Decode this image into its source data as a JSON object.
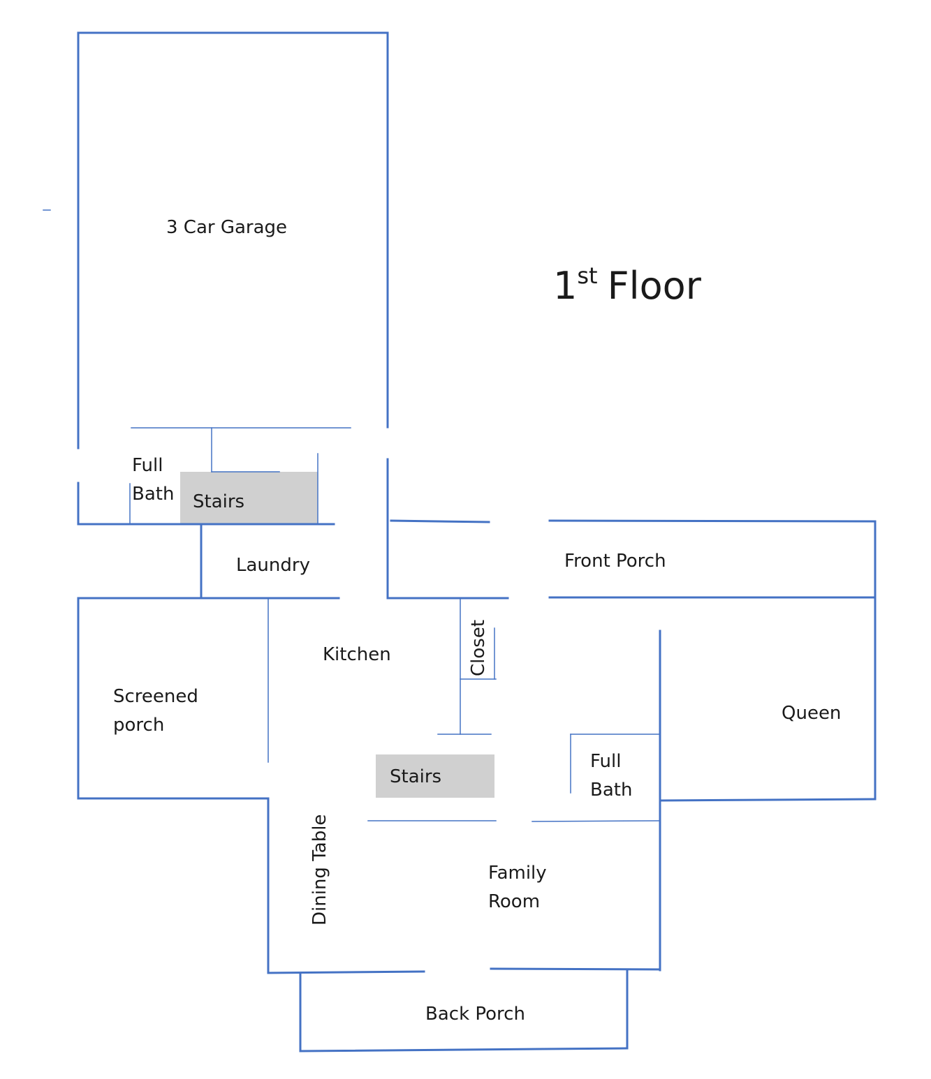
{
  "title": {
    "main": "1",
    "superscript": "st",
    "rest": "Floor"
  },
  "colors": {
    "wall": "#4472c4",
    "stairs_fill": "#d0d0d0",
    "text": "#1a1a1a"
  },
  "labels": {
    "garage": "3 Car Garage",
    "full_bath_upper_line1": "Full",
    "full_bath_upper_line2": "Bath",
    "stairs_upper": "Stairs",
    "laundry": "Laundry",
    "front_porch": "Front Porch",
    "closet": "Closet",
    "kitchen": "Kitchen",
    "screened_porch_line1": "Screened",
    "screened_porch_line2": "porch",
    "queen": "Queen",
    "stairs_lower": "Stairs",
    "full_bath_lower_line1": "Full",
    "full_bath_lower_line2": "Bath",
    "dining_table": "Dining Table",
    "family_room_line1": "Family",
    "family_room_line2": "Room",
    "back_porch": "Back Porch"
  }
}
